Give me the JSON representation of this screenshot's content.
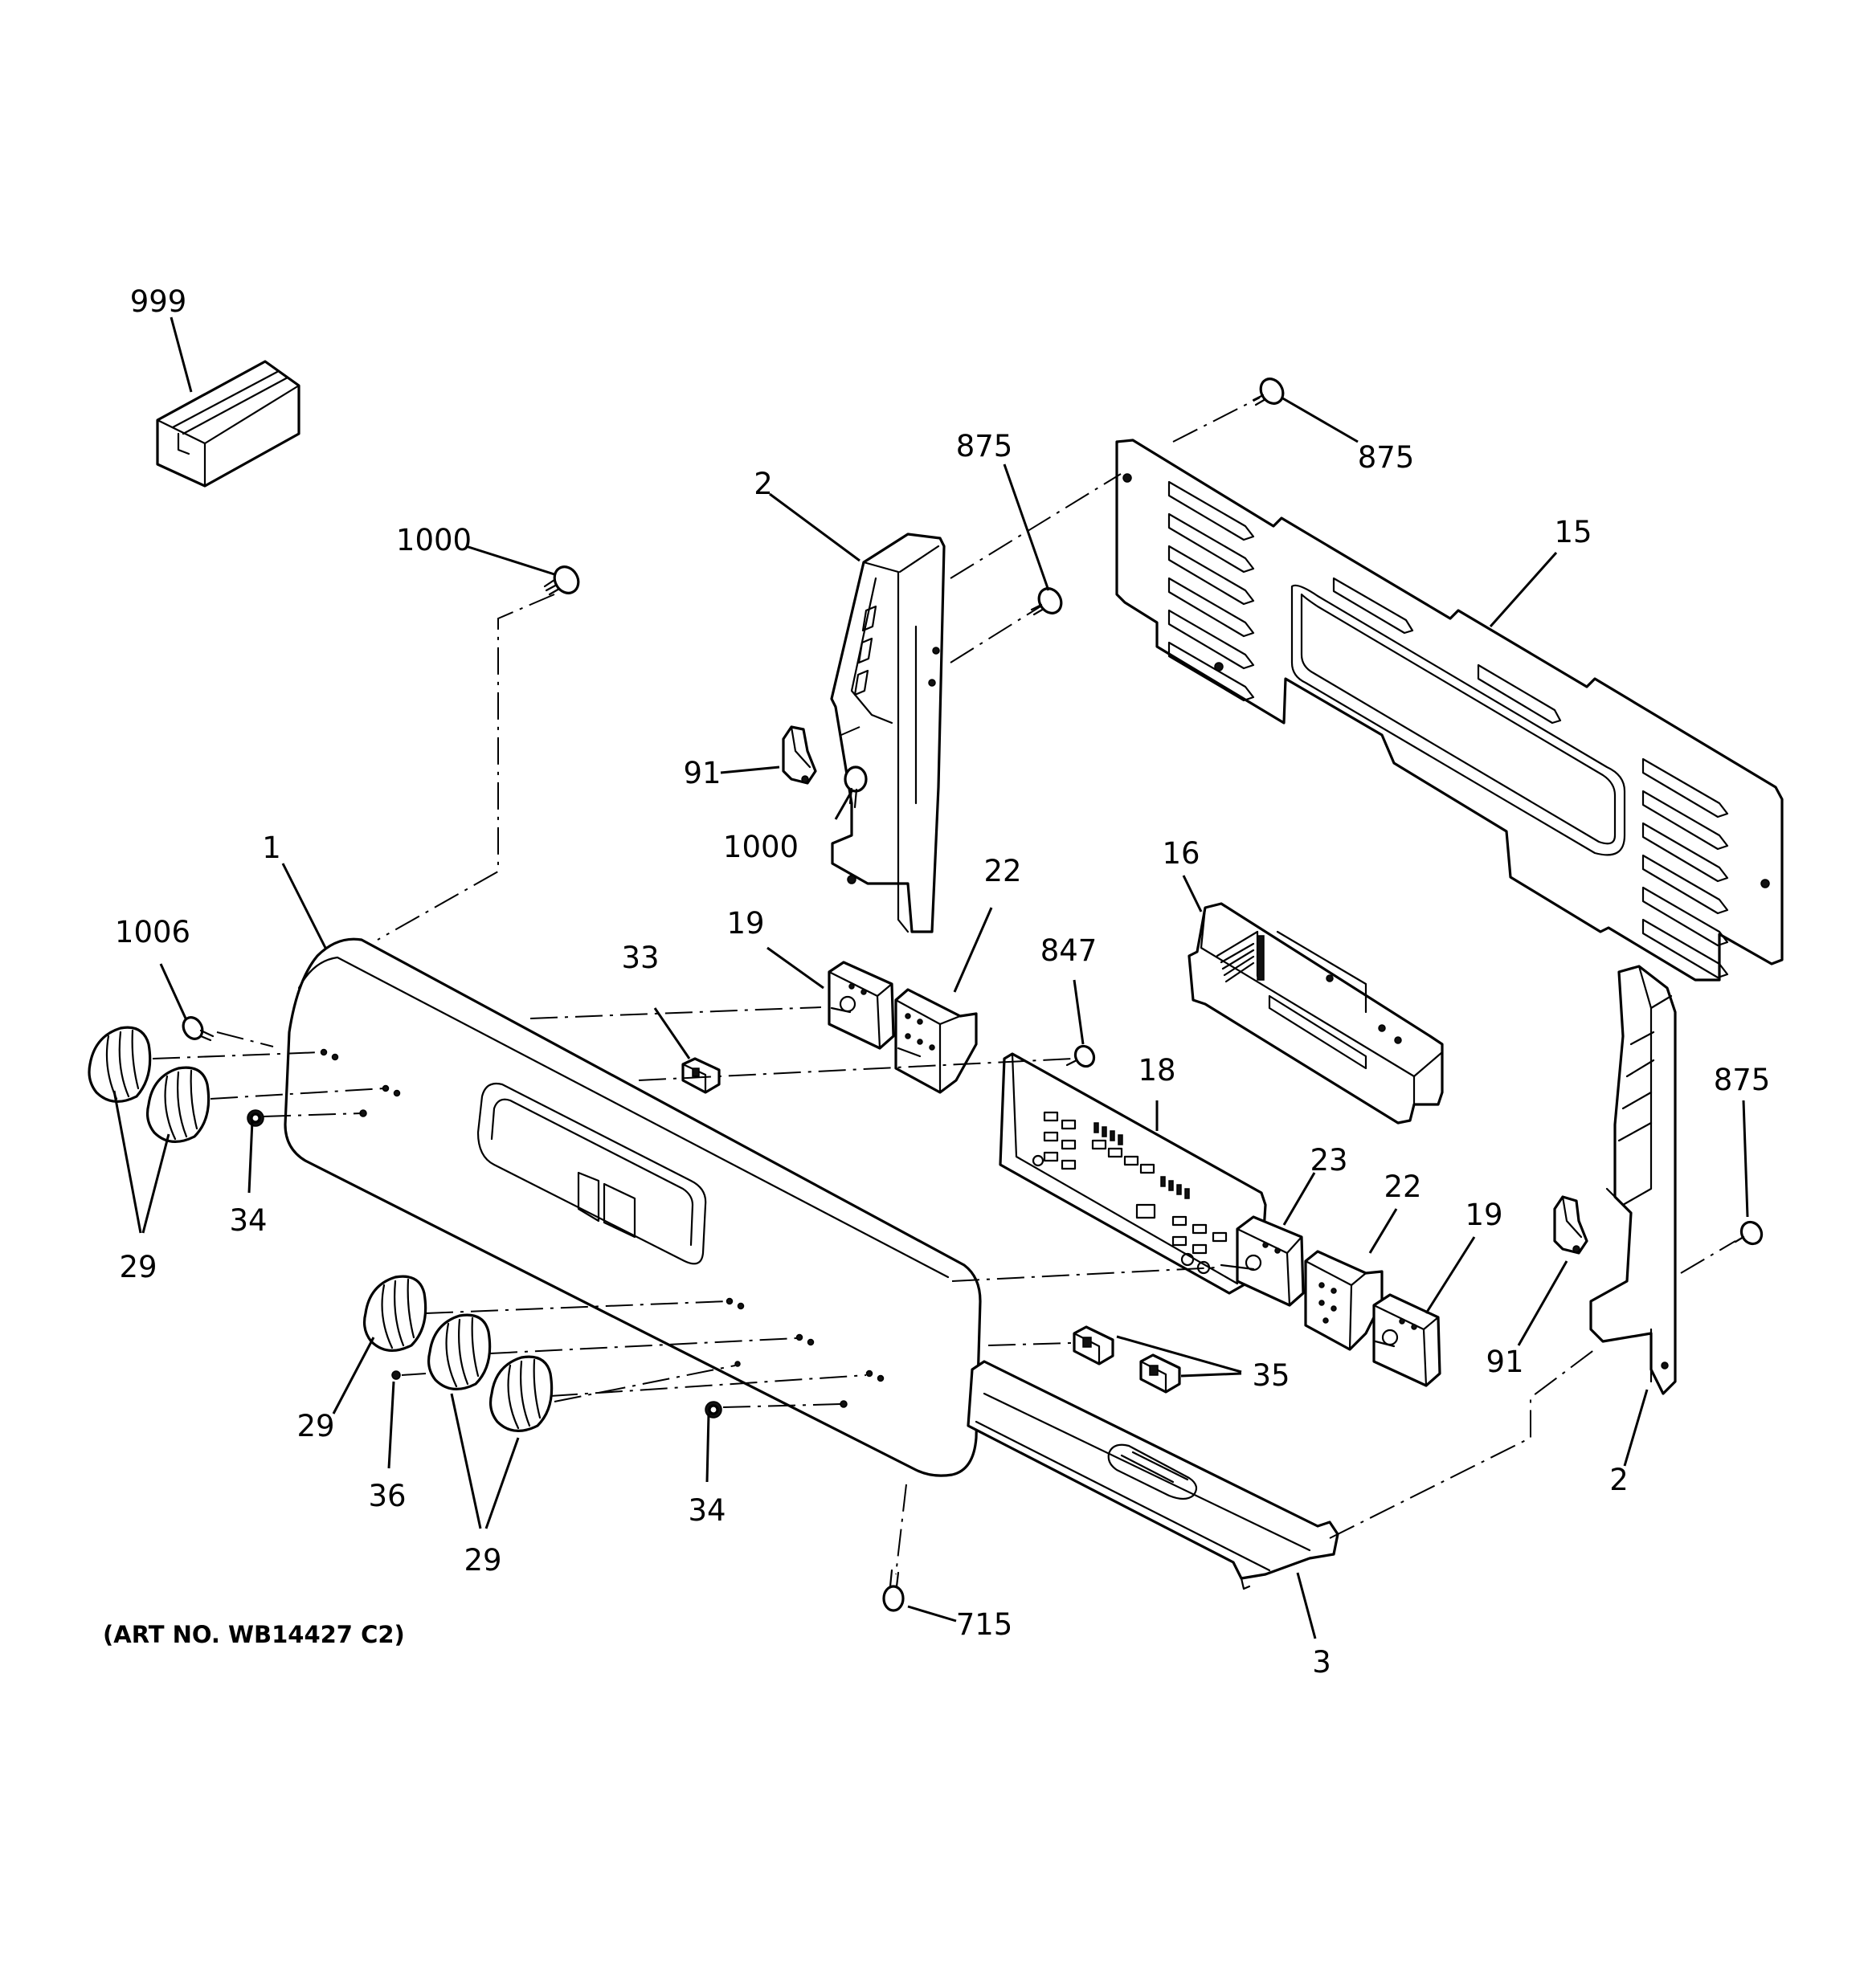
{
  "art_number": "(ART NO. WB14427 C2)",
  "callouts": [
    {
      "id": "c999",
      "text": "999"
    },
    {
      "id": "c875a",
      "text": "875"
    },
    {
      "id": "c875b",
      "text": "875"
    },
    {
      "id": "c875c",
      "text": "875"
    },
    {
      "id": "c2a",
      "text": "2"
    },
    {
      "id": "c2b",
      "text": "2"
    },
    {
      "id": "c15",
      "text": "15"
    },
    {
      "id": "c1000a",
      "text": "1000"
    },
    {
      "id": "c1000b",
      "text": "1000"
    },
    {
      "id": "c91a",
      "text": "91"
    },
    {
      "id": "c91b",
      "text": "91"
    },
    {
      "id": "c1",
      "text": "1"
    },
    {
      "id": "c1006",
      "text": "1006"
    },
    {
      "id": "c22a",
      "text": "22"
    },
    {
      "id": "c22b",
      "text": "22"
    },
    {
      "id": "c16",
      "text": "16"
    },
    {
      "id": "c19a",
      "text": "19"
    },
    {
      "id": "c19b",
      "text": "19"
    },
    {
      "id": "c33",
      "text": "33"
    },
    {
      "id": "c847",
      "text": "847"
    },
    {
      "id": "c18",
      "text": "18"
    },
    {
      "id": "c23",
      "text": "23"
    },
    {
      "id": "c34a",
      "text": "34"
    },
    {
      "id": "c34b",
      "text": "34"
    },
    {
      "id": "c29a",
      "text": "29"
    },
    {
      "id": "c29b",
      "text": "29"
    },
    {
      "id": "c29c",
      "text": "29"
    },
    {
      "id": "c35",
      "text": "35"
    },
    {
      "id": "c36",
      "text": "36"
    },
    {
      "id": "c715",
      "text": "715"
    },
    {
      "id": "c3",
      "text": "3"
    }
  ]
}
